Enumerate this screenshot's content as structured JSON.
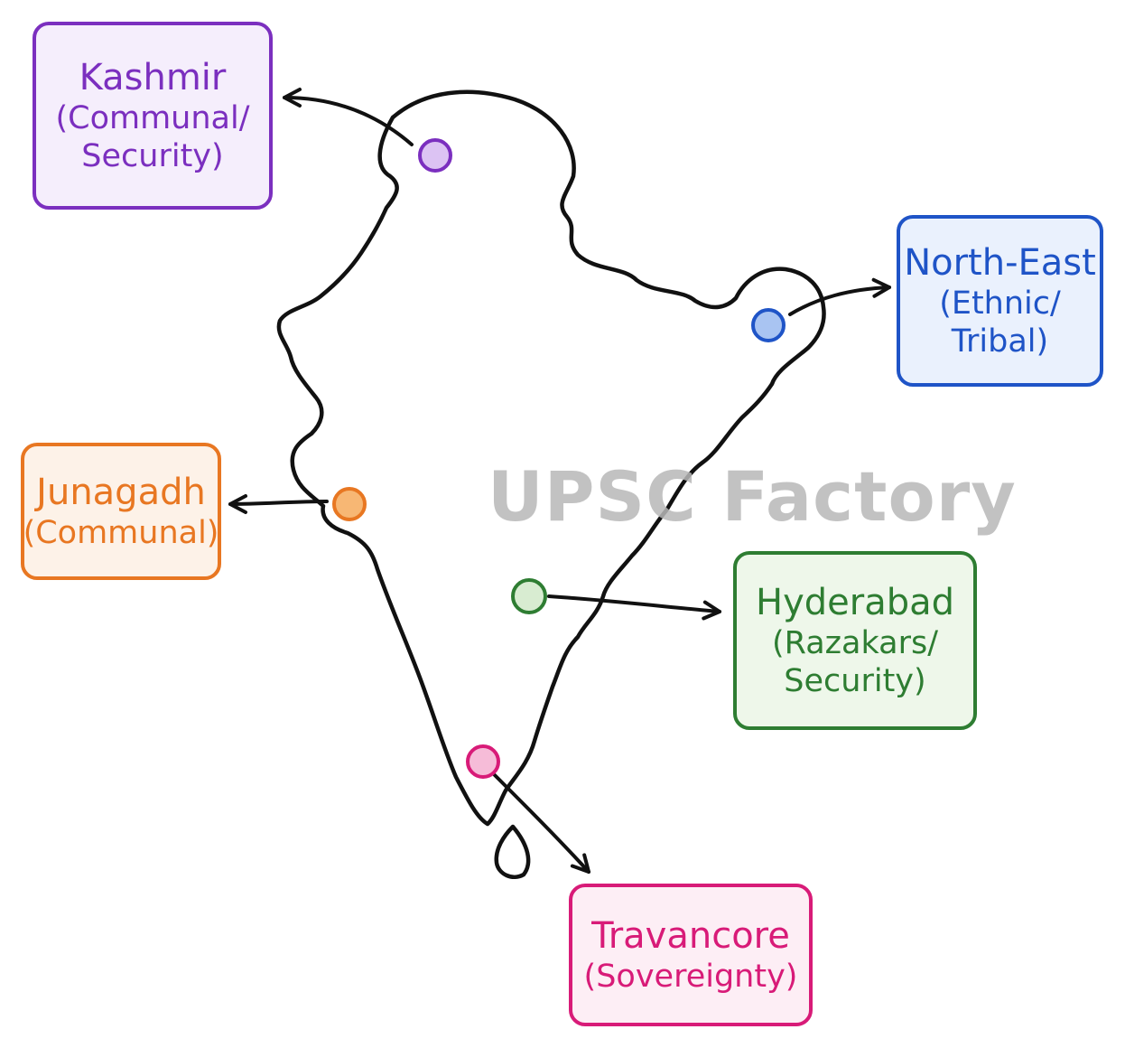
{
  "watermark": "UPSC Factory",
  "regions": [
    {
      "id": "kashmir",
      "title": "Kashmir",
      "subtitle_lines": [
        "(Communal/",
        "Security)"
      ],
      "color": "#7b2fbf",
      "box_fill": "#f5eefc",
      "dot_fill": "#dcc3f3"
    },
    {
      "id": "northeast",
      "title": "North-East",
      "subtitle_lines": [
        "(Ethnic/",
        "Tribal)"
      ],
      "color": "#1f54c7",
      "box_fill": "#eaf1fd",
      "dot_fill": "#a9c4f2"
    },
    {
      "id": "junagadh",
      "title": "Junagadh",
      "subtitle_lines": [
        "(Communal)"
      ],
      "color": "#e87722",
      "box_fill": "#fdf2e8",
      "dot_fill": "#f7b774"
    },
    {
      "id": "hyderabad",
      "title": "Hyderabad",
      "subtitle_lines": [
        "(Razakars/",
        "Security)"
      ],
      "color": "#2e7d32",
      "box_fill": "#eef7ea",
      "dot_fill": "#d8ecd1"
    },
    {
      "id": "travancore",
      "title": "Travancore",
      "subtitle_lines": [
        "(Sovereignty)"
      ],
      "color": "#d81b78",
      "box_fill": "#fdeef5",
      "dot_fill": "#f6bcd8"
    }
  ]
}
